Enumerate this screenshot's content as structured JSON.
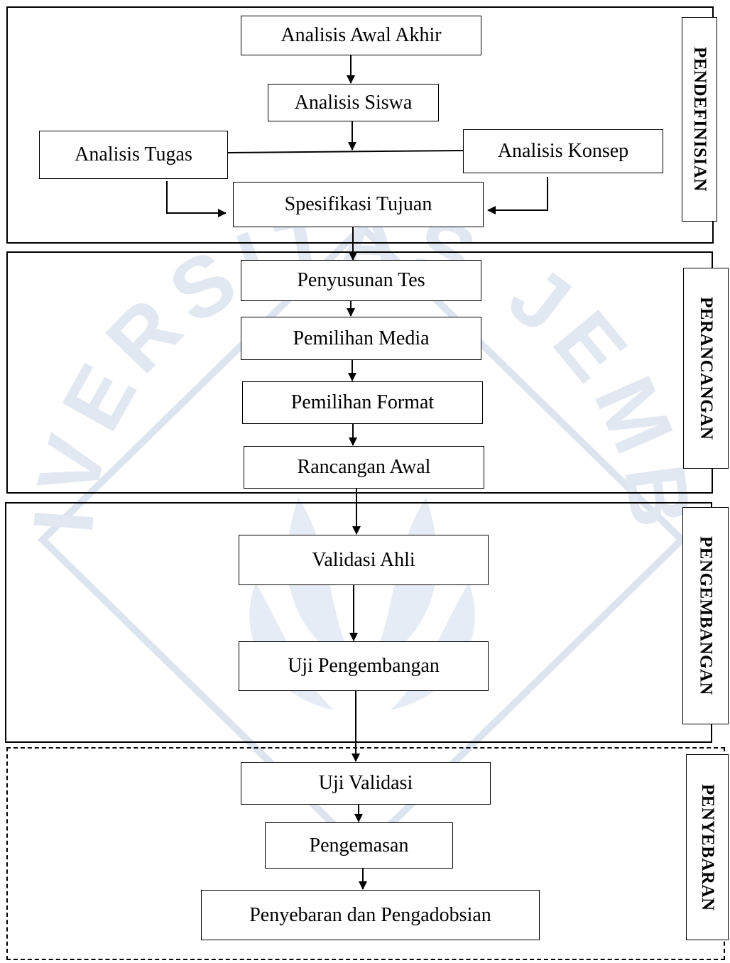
{
  "watermark": {
    "text": "UNIVERSITAS JEMBER",
    "color": "#ccd6e8"
  },
  "stages": {
    "pendefinisian": "PENDEFINISIAN",
    "perancangan": "PERANCANGAN",
    "pengembangan": "PENGEMBANGAN",
    "penyebaran": "PENYEBARAN"
  },
  "steps": {
    "analisis_awal_akhir": "Analisis Awal Akhir",
    "analisis_siswa": "Analisis Siswa",
    "analisis_tugas": "Analisis Tugas",
    "analisis_konsep": "Analisis Konsep",
    "spesifikasi_tujuan": "Spesifikasi Tujuan",
    "penyusunan_tes": "Penyusunan Tes",
    "pemilihan_media": "Pemilihan Media",
    "pemilihan_format": "Pemilihan Format",
    "rancangan_awal": "Rancangan Awal",
    "validasi_ahli": "Validasi Ahli",
    "uji_pengembangan": "Uji Pengembangan",
    "uji_validasi": "Uji Validasi",
    "pengemasan": "Pengemasan",
    "penyebaran_dan_pengadobsian": "Penyebaran dan Pengadobsian"
  }
}
